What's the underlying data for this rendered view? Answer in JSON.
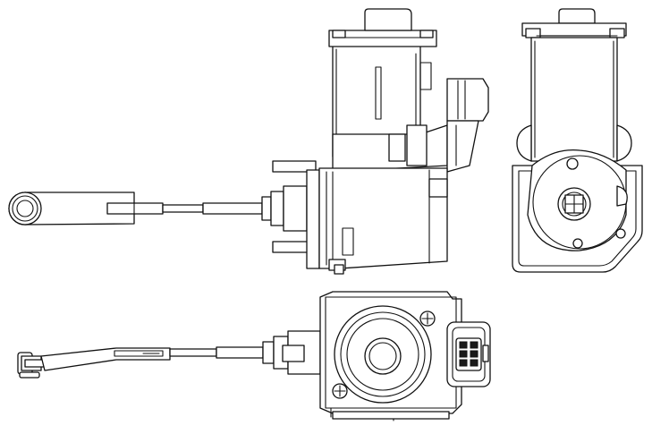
{
  "figure": {
    "views": [
      {
        "id": "side-view",
        "icon": "actuator-side-view"
      },
      {
        "id": "end-view",
        "icon": "actuator-end-view"
      },
      {
        "id": "top-view",
        "icon": "actuator-top-view"
      }
    ],
    "colors": {
      "line": "#111111",
      "background": "#ffffff",
      "connector_pin": "#1a1a1a"
    }
  }
}
